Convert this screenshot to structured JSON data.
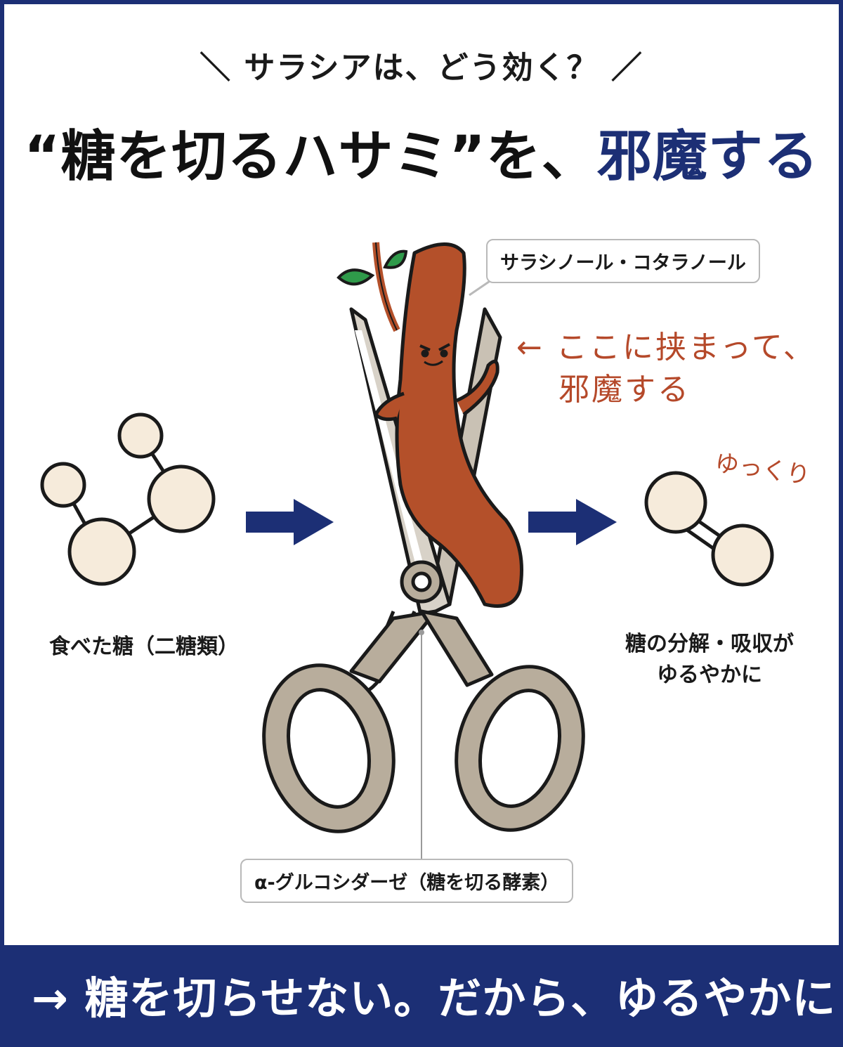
{
  "header": {
    "subtitle": "＼ サラシアは、どう効く？ ／",
    "title_main": "“糖を切るハサミ”を、",
    "title_accent": "邪魔する"
  },
  "labels": {
    "left_molecule": "食べた糖（二糖類）",
    "right_molecule_line1": "糖の分解・吸収が",
    "right_molecule_line2": "ゆるやかに",
    "slow_note": "ゆっくり"
  },
  "callouts": {
    "root_compound": "サラシノール・コタラノール",
    "enzyme": "α-グルコシダーゼ（糖を切る酵素）"
  },
  "annotation": {
    "line1": "← ここに挟まって、",
    "line2": "邪魔する"
  },
  "footer": {
    "text": "→ 糖を切らせない。だから、ゆるやかに"
  },
  "colors": {
    "navy": "#1c2f75",
    "annotation_red": "#b5492a",
    "root_brown": "#b4502a",
    "scissors_gray": "#b8ad9c",
    "molecule_cream": "#f6ebdb"
  },
  "icons": [
    "sugar-molecule-icon",
    "arrow-right-icon",
    "scissors-icon",
    "salacia-root-character-icon",
    "leaf-icon"
  ]
}
